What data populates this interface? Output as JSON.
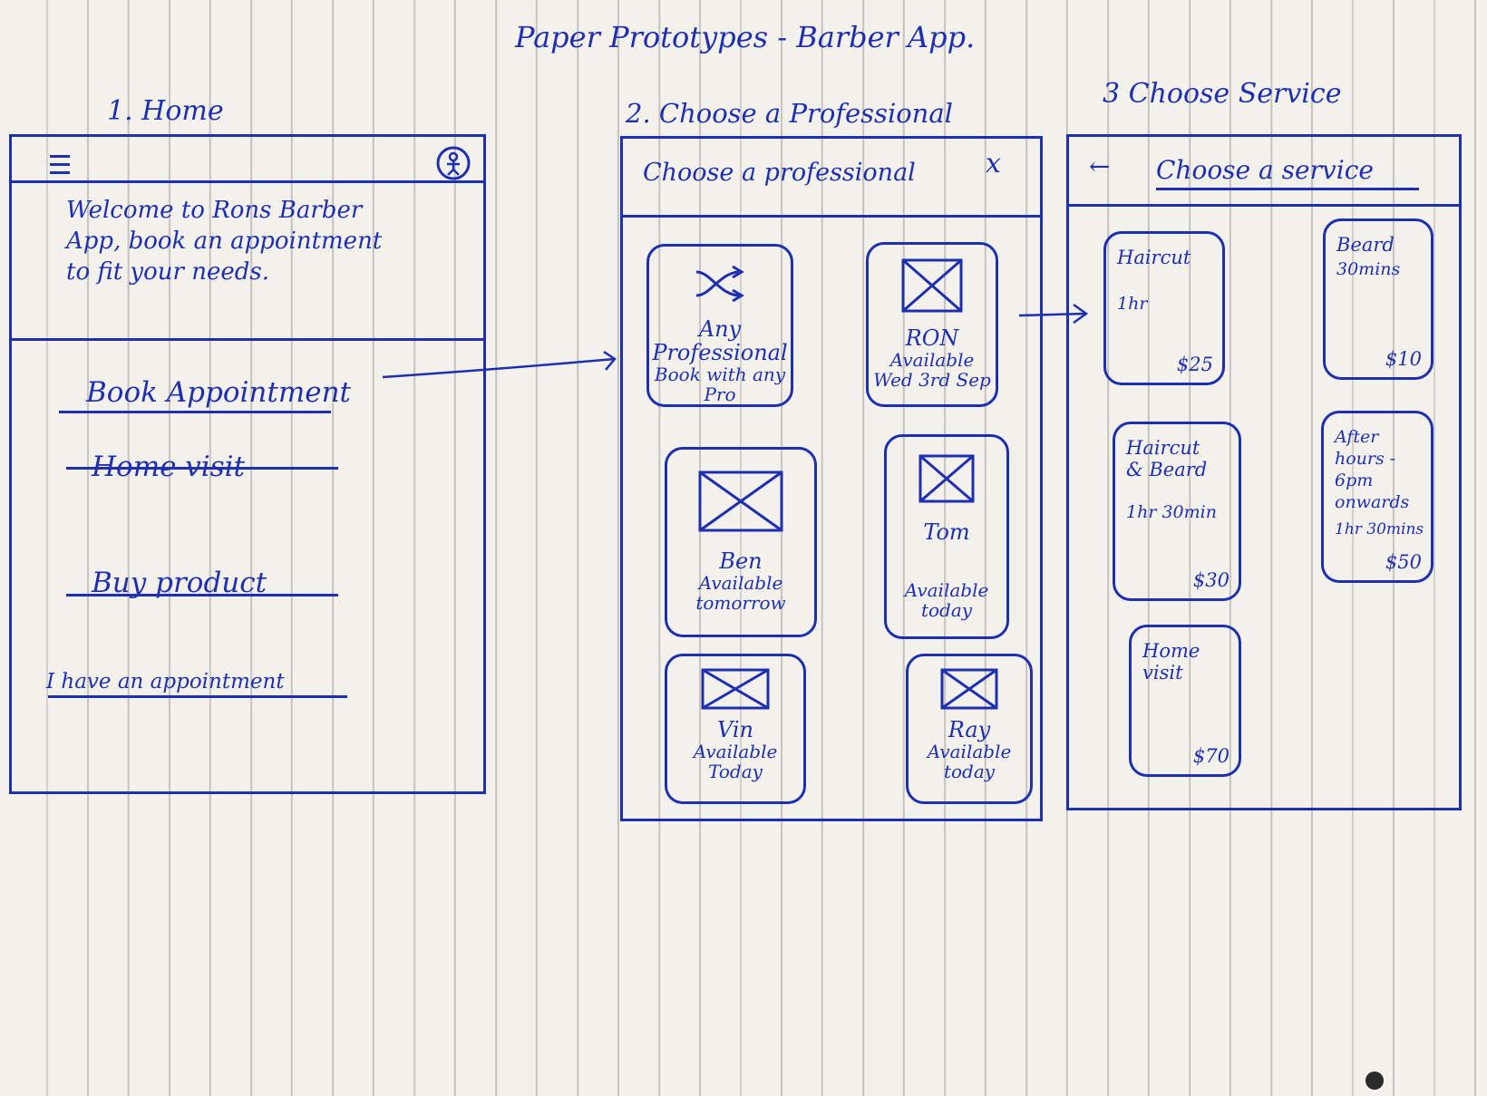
{
  "page_title": "Paper Prototypes - Barber App.",
  "screen1": {
    "heading": "1. Home",
    "welcome_line1": "Welcome to Rons Barber",
    "welcome_line2": "App, book an appointment",
    "welcome_line3": "to fit your needs.",
    "book_appointment": "Book Appointment",
    "home_visit": "Home visit",
    "buy_product": "Buy product",
    "have_appointment": "I have an appointment"
  },
  "screen2": {
    "heading": "2. Choose a Professional",
    "header_title": "Choose a professional",
    "close_glyph": "x",
    "professionals": [
      {
        "name": "Any Professional",
        "availability": "Book with any Pro"
      },
      {
        "name": "RON",
        "availability": "Available Wed 3rd Sep"
      },
      {
        "name": "Ben",
        "availability": "Available tomorrow"
      },
      {
        "name": "Tom",
        "availability": "Available today"
      },
      {
        "name": "Vin",
        "availability": "Available Today"
      },
      {
        "name": "Ray",
        "availability": "Available today"
      }
    ]
  },
  "screen3": {
    "heading": "3 Choose Service",
    "back_glyph": "←",
    "header_title": "Choose a service",
    "services": [
      {
        "name": "Haircut",
        "duration": "1hr",
        "price": "$25"
      },
      {
        "name": "Beard",
        "duration": "30mins",
        "price": "$10"
      },
      {
        "name": "Haircut & Beard",
        "duration": "1hr 30min",
        "price": "$30"
      },
      {
        "name": "After hours - 6pm onwards",
        "duration": "1hr 30mins",
        "price": "$50"
      },
      {
        "name": "Home visit",
        "duration": "",
        "price": "$70"
      }
    ]
  },
  "colors": {
    "ink": "#1f2fb0",
    "paper": "#f3f1ec",
    "rule": "#c7c4bd"
  },
  "icons": [
    "hamburger-menu-icon",
    "user-profile-icon",
    "close-icon",
    "shuffle-icon",
    "image-placeholder-icon",
    "back-arrow-icon",
    "flow-arrow-icon"
  ]
}
